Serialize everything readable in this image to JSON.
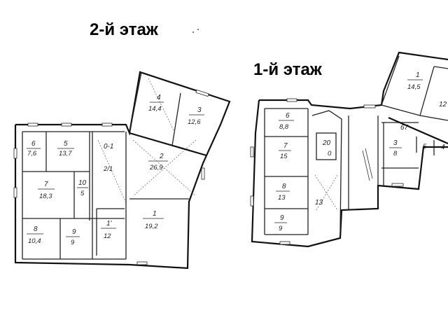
{
  "floors": [
    {
      "title": "2-й этаж",
      "rooms": [
        {
          "id": "f2-4",
          "num": "4",
          "area": "14,4"
        },
        {
          "id": "f2-3",
          "num": "3",
          "area": "12,6"
        },
        {
          "id": "f2-6",
          "num": "6",
          "area": "7,6"
        },
        {
          "id": "f2-5",
          "num": "5",
          "area": "13,7"
        },
        {
          "id": "f2-2",
          "num": "2",
          "area": "26,9"
        },
        {
          "id": "f2-7",
          "num": "7",
          "area": "18,3"
        },
        {
          "id": "f2-10",
          "num": "10",
          "area": "5"
        },
        {
          "id": "f2-1",
          "num": "1",
          "area": "19,2"
        },
        {
          "id": "f2-8",
          "num": "8",
          "area": "10,4"
        },
        {
          "id": "f2-9",
          "num": "9",
          "area": "9"
        },
        {
          "id": "f2-1a",
          "num": "1'",
          "area": "12"
        },
        {
          "id": "f2-stair",
          "num": "0-1",
          "area": "2/1"
        }
      ]
    },
    {
      "title": "1-й этаж",
      "rooms": [
        {
          "id": "f1-1",
          "num": "1",
          "area": "14,5"
        },
        {
          "id": "f1-12",
          "num": "12",
          "area": ""
        },
        {
          "id": "f1-6",
          "num": "6",
          "area": "8,8"
        },
        {
          "id": "f1-7",
          "num": "7",
          "area": "15"
        },
        {
          "id": "f1-20",
          "num": "20",
          "area": "0"
        },
        {
          "id": "f1-3",
          "num": "3",
          "area": "8"
        },
        {
          "id": "f1-8",
          "num": "8",
          "area": "13"
        },
        {
          "id": "f1-9",
          "num": "9",
          "area": "9"
        },
        {
          "id": "f1-4",
          "num": "4",
          "area": "5"
        },
        {
          "id": "f1-67",
          "num": "67",
          "area": ""
        },
        {
          "id": "f1-13",
          "num": "13",
          "area": ""
        }
      ]
    }
  ]
}
